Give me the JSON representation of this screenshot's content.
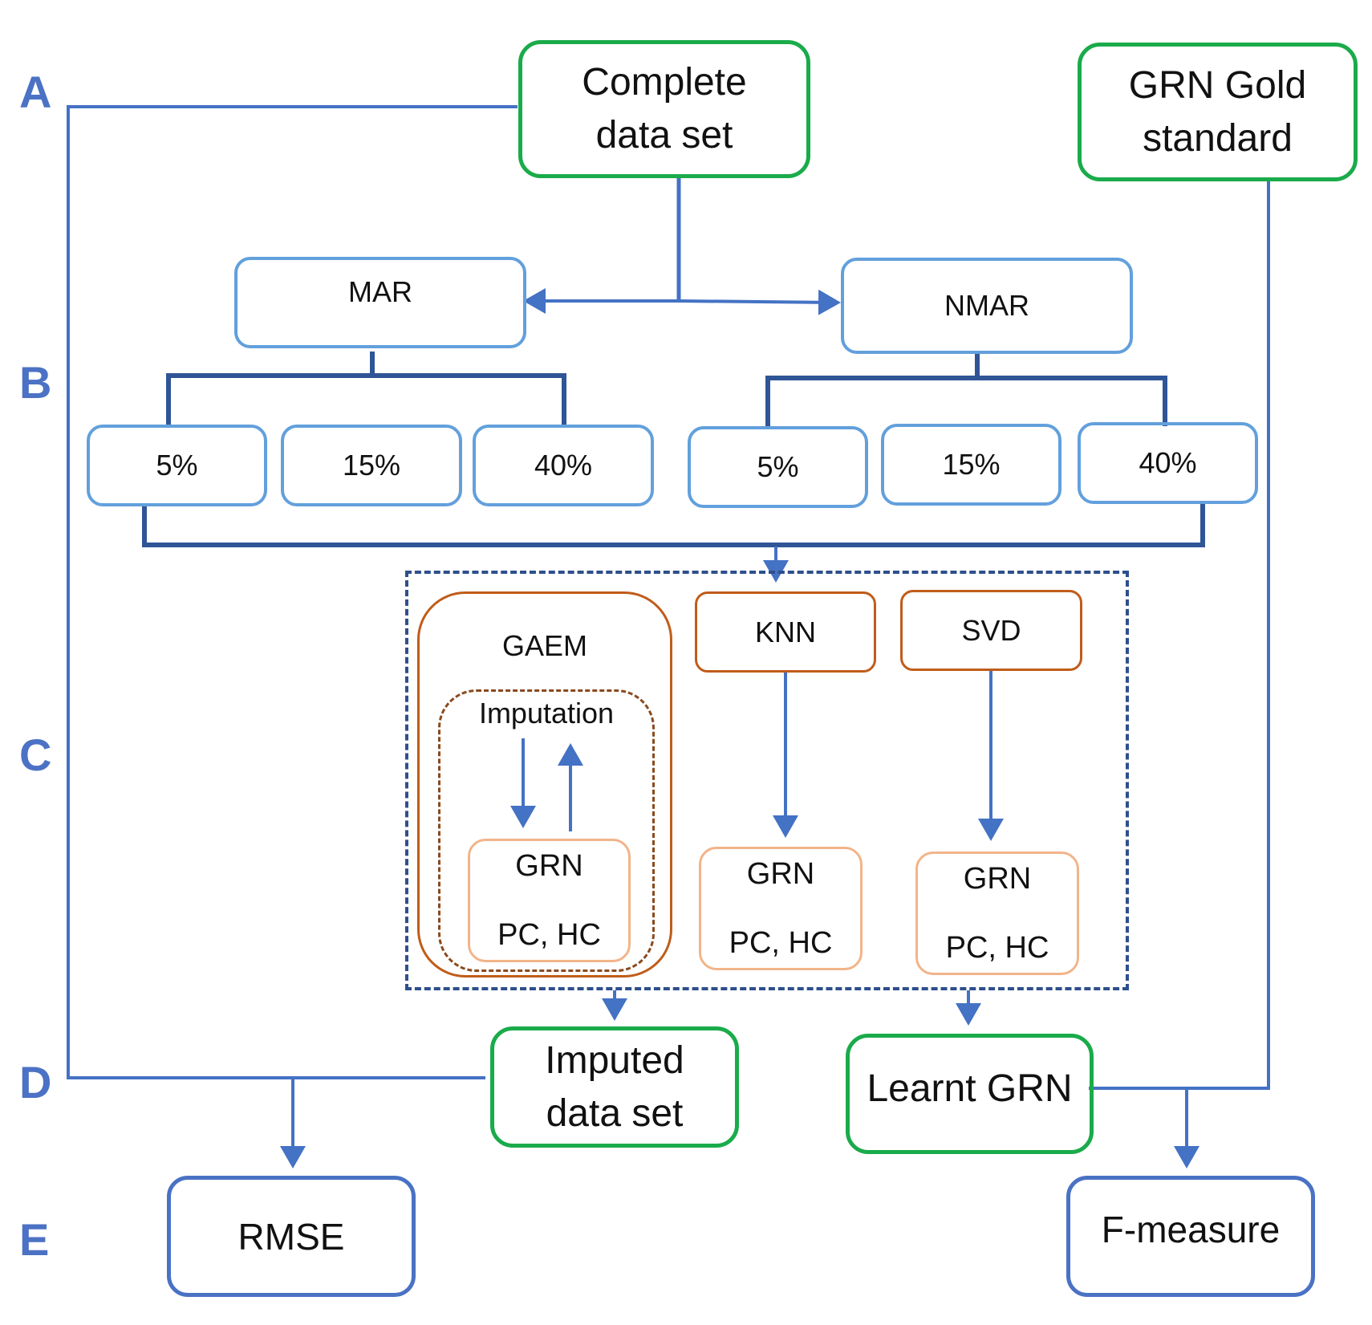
{
  "row_labels": [
    "A",
    "B",
    "C",
    "D",
    "E"
  ],
  "boxes": {
    "complete_data_set": [
      "Complete",
      "data set"
    ],
    "grn_gold_standard": [
      "GRN Gold",
      "standard"
    ],
    "mar": "MAR",
    "nmar": "NMAR",
    "mar_pcts": [
      "5%",
      "15%",
      "40%"
    ],
    "nmar_pcts": [
      "5%",
      "15%",
      "40%"
    ],
    "gaem": "GAEM",
    "imputation": "Imputation",
    "knn": "KNN",
    "svd": "SVD",
    "grn": "GRN",
    "pc_hc": "PC, HC",
    "imputed_data_set": [
      "Imputed",
      "data set"
    ],
    "learnt_grn": "Learnt GRN",
    "rmse": "RMSE",
    "f_measure": "F-measure"
  },
  "colors": {
    "connector": "#4472c4",
    "bracket": "#2f5597",
    "green": "#1aab4a",
    "light_blue": "#62a0dc",
    "orange": "#c05c1a",
    "peach": "#f2b48a",
    "label": "#4b72c4"
  }
}
